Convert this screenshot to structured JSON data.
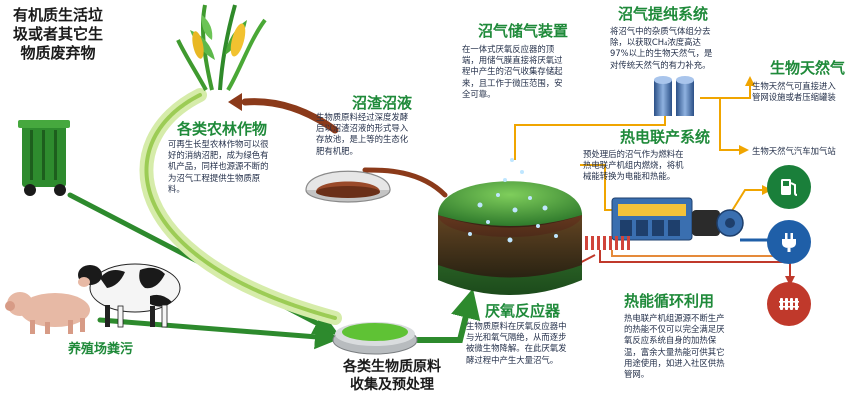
{
  "labels": {
    "waste_source": "有机质生活垃\n圾或者其它生\n物质废弃物",
    "livestock_manure": "养殖场粪污",
    "biomass_collection": "各类生物质原料\n收集及预处理",
    "anaerobic_reactor": "厌氧反应器",
    "crops": "各类农林作物",
    "digestate": "沼渣沼液",
    "gas_storage": "沼气储气装置",
    "purification": "沼气提纯系统",
    "natural_gas": "生物天然气",
    "chp": "热电联产系统",
    "heat_recycling": "热能循环利用"
  },
  "descriptions": {
    "crops": "可再生长型农林作物可以很\n好的消纳沼肥，成为绿色有\n机产品，同样也源源不断的\n为沼气工程提供生物质原\n料。",
    "digestate": "生物质原料经过深度发酵\n后以沼渣沼液的形式导入\n存放池，是上等的生态化\n肥有机肥。",
    "gas_storage": "在一体式厌氧反应器的顶\n端，用储气膜直接将厌氧过\n程中产生的沼气收集存储起\n来，且工作于微压范围，安\n全可靠。",
    "purification": "将沼气中的杂质气体组分去\n除，以获取CH₄浓度高达\n97%以上的生物天然气，是\n对传统天然气的有力补充。",
    "natural_gas_pipeline": "生物天然气可直接进入\n管网设施或者压缩罐装",
    "natural_gas_station": "生物天然气汽车加气站",
    "chp": "预处理后的沼气作为燃料在\n热电联产机组内燃烧，将机\n械能转换为电能和热能。",
    "reactor": "生物质原料在厌氧反应器中\n与光和氧气隔绝，从而逐步\n被微生物降解。在此厌氧发\n酵过程中产生大量沼气。",
    "heat_recycling": "热电联产机组源源不断生产\n的热能不仅可以完全满足厌\n氧反应系统自身的加热保\n温，富余大量热能可供其它\n用途使用，如进入社区供热\n管网。"
  },
  "icons": {
    "fuel": "fuel-pump-icon",
    "power": "power-plug-icon",
    "heating": "radiator-icon"
  },
  "colors": {
    "title_green": "#1f8a3a",
    "cycle_green": "#2d8a2d",
    "return_arrow": "#8b3a1a",
    "gas_line": "#f0a500",
    "electric_line": "#1f5fa8",
    "heat_line": "#c0392b",
    "fuel_icon": "#1a7f3a",
    "power_icon": "#1f5fa8",
    "heating_icon": "#c0392b"
  }
}
